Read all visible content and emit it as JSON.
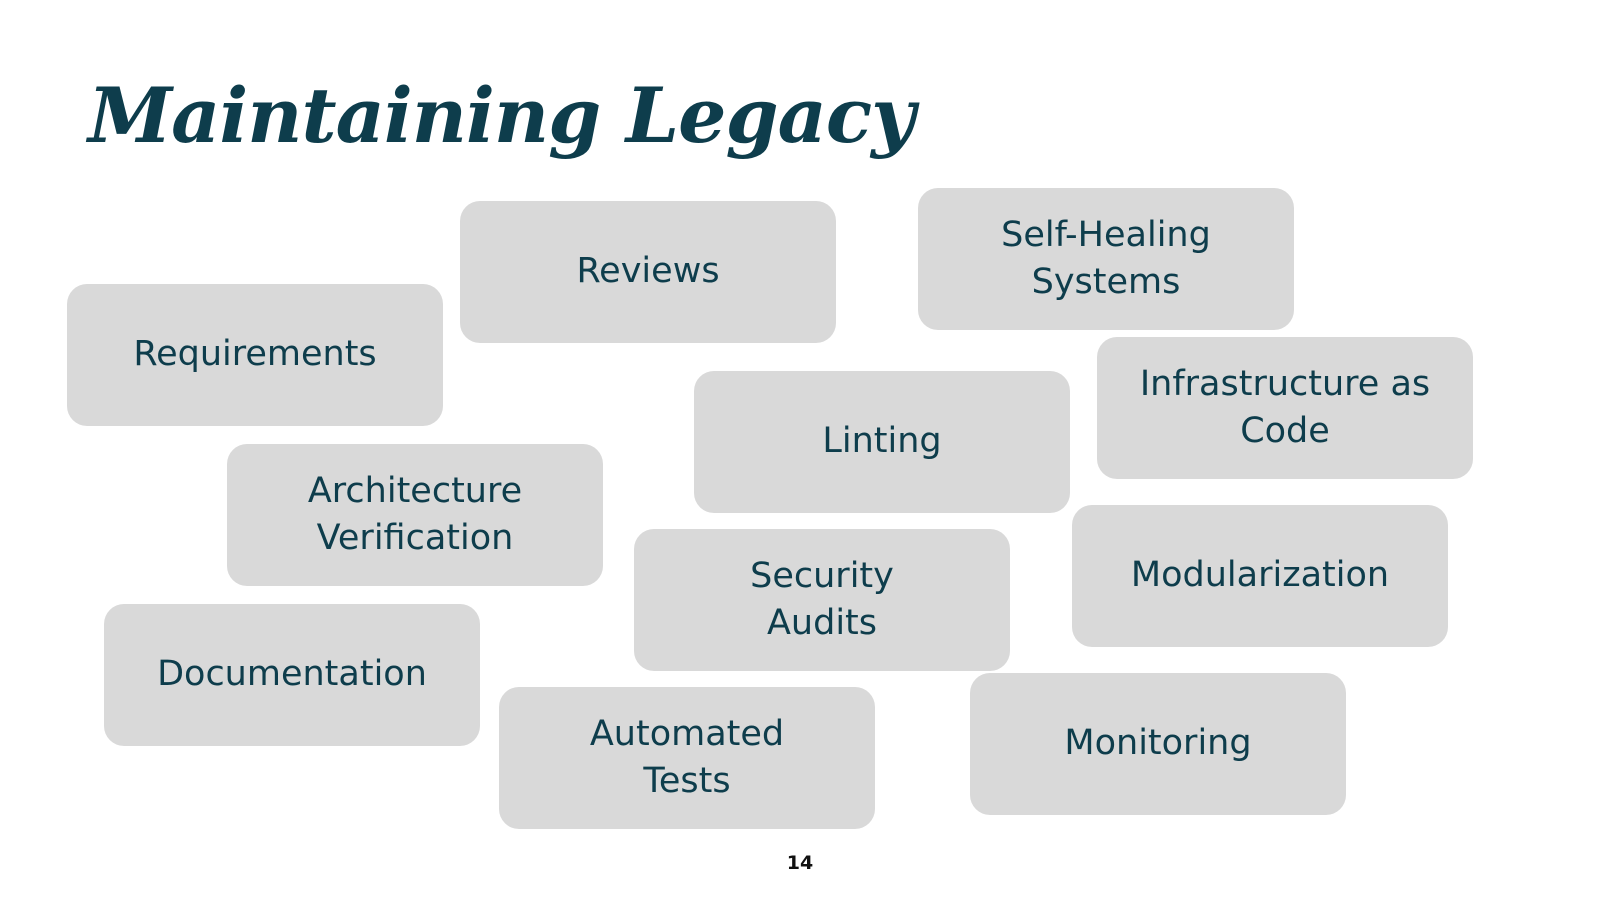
{
  "slide": {
    "title": "Maintaining Legacy",
    "page_number": "14"
  },
  "boxes": [
    {
      "label": "Reviews"
    },
    {
      "label": "Self-Healing Systems"
    },
    {
      "label": "Requirements"
    },
    {
      "label": "Infrastructure as Code"
    },
    {
      "label": "Linting"
    },
    {
      "label": "Architecture Verification"
    },
    {
      "label": "Security Audits"
    },
    {
      "label": "Modularization"
    },
    {
      "label": "Documentation"
    },
    {
      "label": "Automated Tests"
    },
    {
      "label": "Monitoring"
    }
  ],
  "colors": {
    "title": "#0e3d4c",
    "box_fill": "#d9d9d9",
    "box_text": "#0e3d4c",
    "background": "#ffffff"
  }
}
